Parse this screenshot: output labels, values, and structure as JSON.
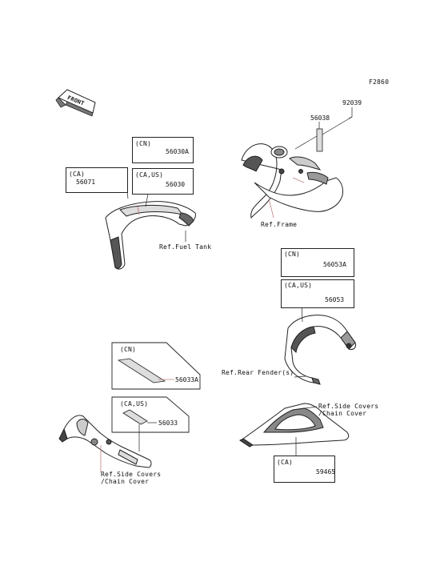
{
  "figure_id": "F2860",
  "front_label": "FRONT",
  "parts": {
    "p92039": "92039",
    "p56038": "56038",
    "p56030A": "56030A",
    "p56030": "56030",
    "p56071": "56071",
    "p56053A": "56053A",
    "p56053": "56053",
    "p56033A": "56033A",
    "p56033": "56033",
    "p59465": "59465"
  },
  "regions": {
    "cn_a": "(CN)",
    "ca_us_a": "(CA,US)",
    "ca_a": "(CA)",
    "cn_b": "(CN)",
    "ca_us_b": "(CA,US)",
    "cn_c": "(CN)",
    "ca_us_c": "(CA,US)",
    "ca_b": "(CA)"
  },
  "refs": {
    "fuel_tank": "Ref.Fuel Tank",
    "frame": "Ref.Frame",
    "rear_fender": "Ref.Rear Fender(s)",
    "side_covers_right": "Ref.Side Covers\n/Chain Cover",
    "side_covers_left": "Ref.Side Covers\n/Chain Cover"
  },
  "colors": {
    "line": "#222222",
    "ref_line": "#d08080",
    "part_fill": "#e8e8e8",
    "shade": "#9a9a9a"
  }
}
